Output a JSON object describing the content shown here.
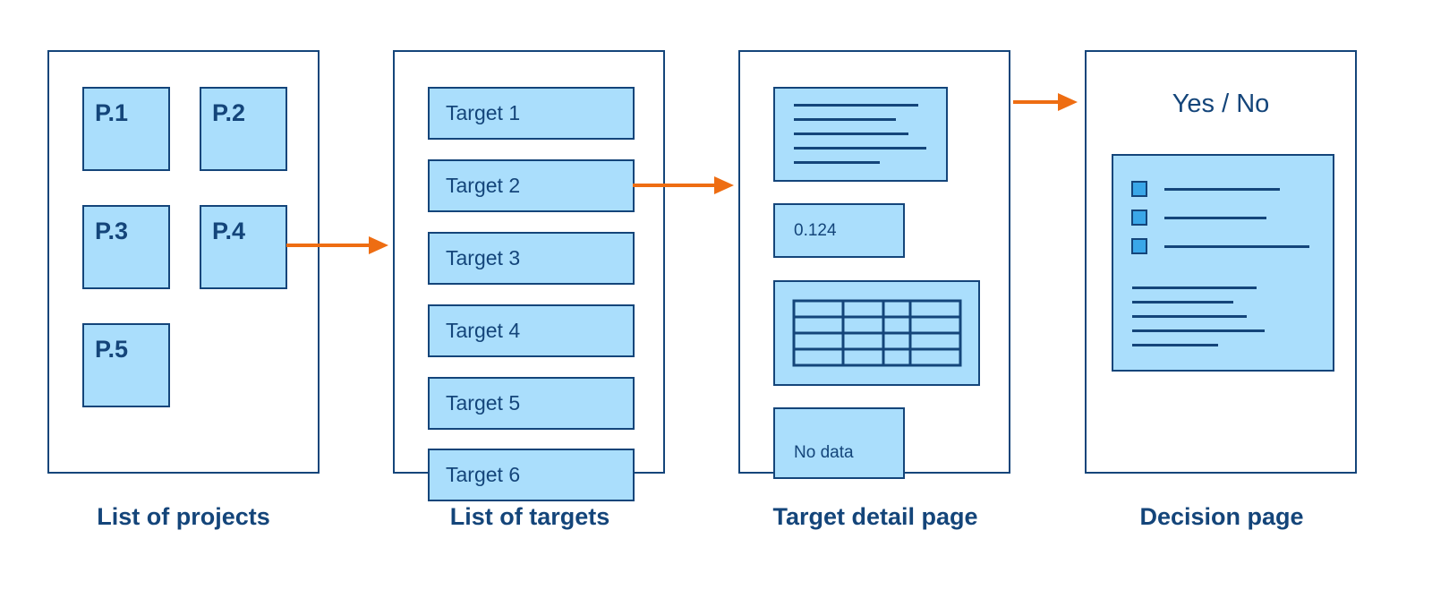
{
  "projects": {
    "caption": "List of projects",
    "items": [
      "P.1",
      "P.2",
      "P.3",
      "P.4",
      "P.5"
    ]
  },
  "targets": {
    "caption": "List of targets",
    "items": [
      "Target 1",
      "Target 2",
      "Target 3",
      "Target 4",
      "Target 5",
      "Target 6"
    ]
  },
  "detail": {
    "caption": "Target detail page",
    "value": "0.124",
    "no_data": "No data"
  },
  "decision": {
    "caption": "Decision page",
    "title": "Yes / No"
  },
  "colors": {
    "border": "#14457a",
    "fill": "#aadefc",
    "arrow": "#ee6d12",
    "checkbox": "#3aa7e8"
  }
}
